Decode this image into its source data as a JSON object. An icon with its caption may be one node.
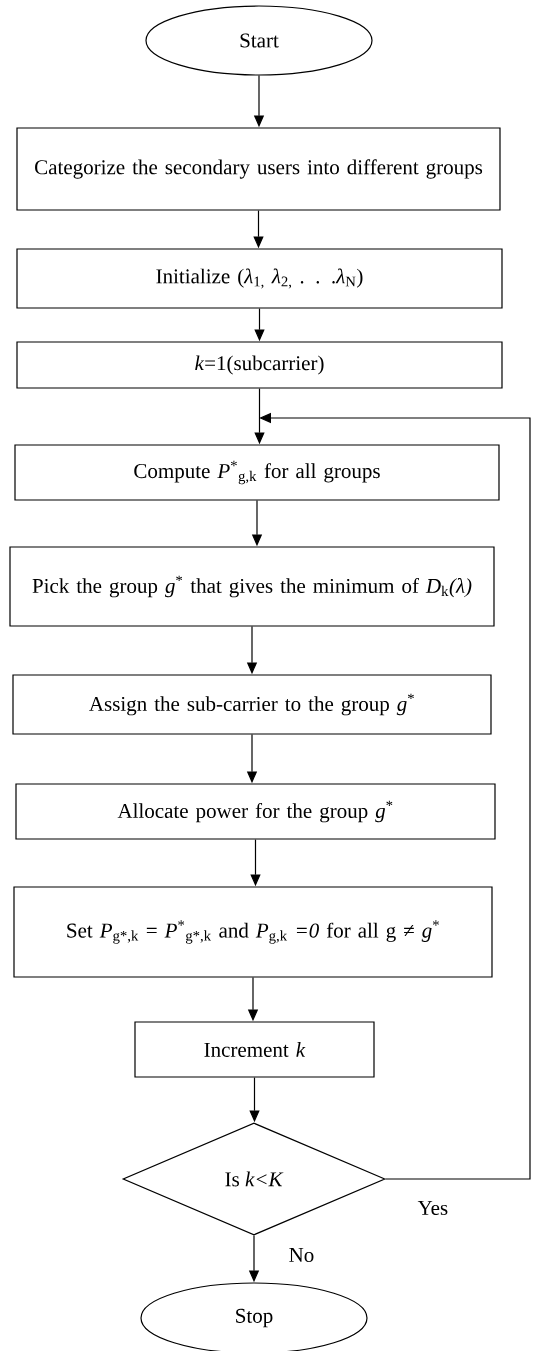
{
  "diagram": {
    "nodes": [
      {
        "text": [
          "Start"
        ]
      },
      {
        "text": [
          "Categorize the secondary users into different groups"
        ]
      },
      {
        "text": [
          "Initialize (*λ*$_{1,}$ *λ*$_{2,}$ . . .*λ*$_{N}$)"
        ]
      },
      {
        "text": [
          "*k*=1(subcarrier)"
        ]
      },
      {
        "text": [
          "Compute *P*$^{*}$$_{g,k}$ for all groups"
        ]
      },
      {
        "text": [
          "Pick the group *g*$^{*}$ that gives the minimum of *D*$_{k}$*(λ)*"
        ]
      },
      {
        "text": [
          "Assign the sub-carrier to the group *g*$^{*}$"
        ]
      },
      {
        "text": [
          "Allocate power for the group *g*$^{*}$"
        ]
      },
      {
        "text": [
          "Set *P*$_{g*,k}$ = *P*$^{*}$$_{g*,k}$ and *P*$_{g,k}$ *=0* for all g ≠ *g*$^{*}$"
        ]
      },
      {
        "text": [
          "Increment *k*"
        ]
      },
      {
        "text": [
          "Is *k<K*"
        ]
      },
      {
        "text": [
          "Stop"
        ]
      }
    ],
    "edges": [
      {
        "from": 0,
        "to": 1,
        "arrow": "to"
      },
      {
        "from": 1,
        "to": 2,
        "arrow": "to"
      },
      {
        "from": 2,
        "to": 3,
        "arrow": "to"
      },
      {
        "from": 3,
        "to": 4,
        "arrow": "to"
      },
      {
        "from": 4,
        "to": 5,
        "arrow": "to"
      },
      {
        "from": 5,
        "to": 6,
        "arrow": "to"
      },
      {
        "from": 6,
        "to": 7,
        "arrow": "to"
      },
      {
        "from": 7,
        "to": 8,
        "arrow": "to"
      },
      {
        "from": 8,
        "to": 9,
        "arrow": "to"
      },
      {
        "from": 9,
        "to": 10,
        "arrow": "to"
      },
      {
        "from": 10,
        "to": 11,
        "label": "No",
        "arrow": "to"
      },
      {
        "from": 10,
        "to": 4,
        "label": "Yes",
        "arrow": "to"
      }
    ]
  }
}
